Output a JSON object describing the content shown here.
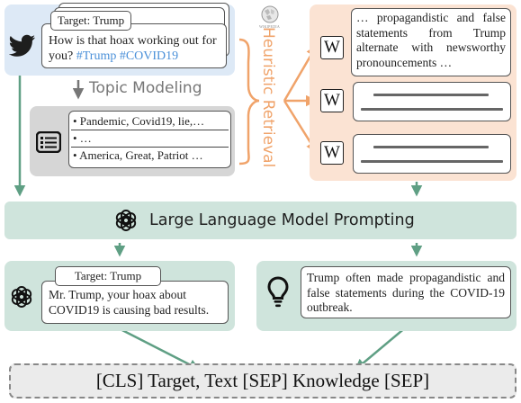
{
  "tweet": {
    "target_label": "Target: Trump",
    "text_plain": "How is that hoax working out for you?",
    "hashtags": "#Trump #COVID19"
  },
  "topic_modeling": {
    "label": "Topic Modeling",
    "topics": [
      "• Pandemic, Covid19, lie,…",
      "• …",
      "• America, Great, Patriot …"
    ]
  },
  "retrieval": {
    "label": "Heuristic Retrieval",
    "wiki_glyph": "W",
    "wiki_logo_text": "WIKIPEDIA",
    "snippet": "… propagandistic and false statements from Trump alternate with newsworthy pronouncements …"
  },
  "llm": {
    "label": "Large Language Model Prompting"
  },
  "rewritten": {
    "target_label": "Target: Trump",
    "text": "Mr. Trump, your hoax about COVID19 is causing bad results."
  },
  "knowledge": {
    "text": "Trump often made propagandistic and false statements during the COVID-19 outbreak."
  },
  "final": {
    "text": "[CLS] Target, Text [SEP] Knowledge [SEP]"
  },
  "colors": {
    "blue_panel": "#dde9f6",
    "peach_panel": "#fbe3d3",
    "green_panel": "#cfe4dc",
    "orange_arrow": "#f0a36a",
    "green_arrow": "#5f9f84",
    "hashtag": "#4a90d9"
  }
}
